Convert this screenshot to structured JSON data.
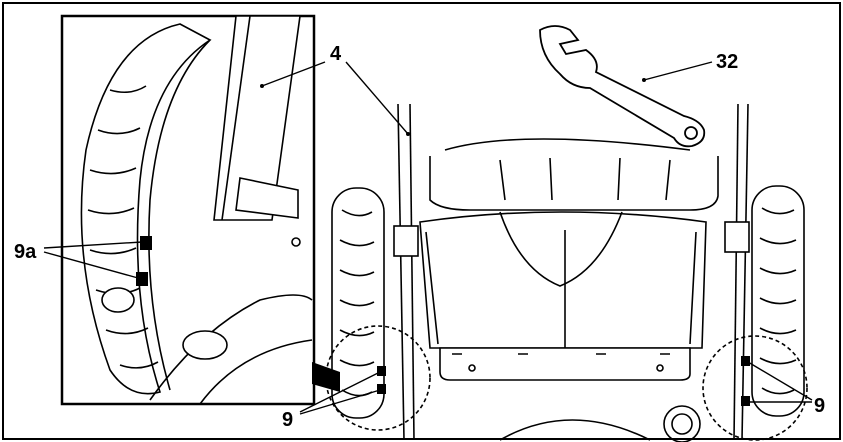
{
  "callouts": {
    "label_4": "4",
    "label_32": "32",
    "label_9a": "9a",
    "label_9_left": "9",
    "label_9_right": "9"
  },
  "colors": {
    "line": "#000000",
    "background": "#ffffff",
    "inset_shade": "#1a1a1a"
  }
}
